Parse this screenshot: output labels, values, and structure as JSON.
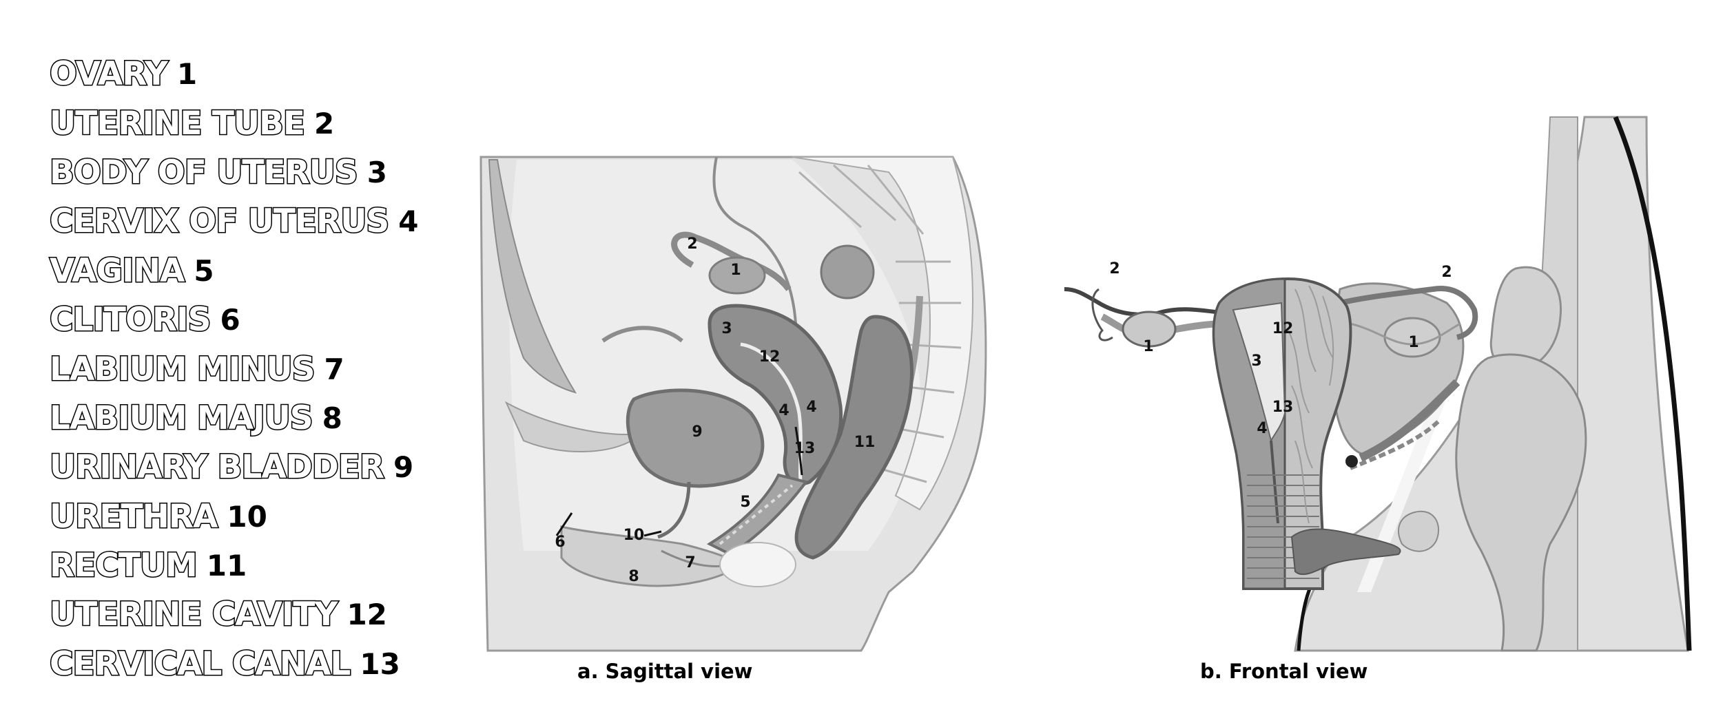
{
  "legend": [
    {
      "name": "OVARY",
      "num": "1"
    },
    {
      "name": "UTERINE TUBE",
      "num": "2"
    },
    {
      "name": "BODY OF UTERUS",
      "num": "3"
    },
    {
      "name": "CERVIX OF UTERUS",
      "num": "4"
    },
    {
      "name": "VAGINA",
      "num": "5"
    },
    {
      "name": "CLITORIS",
      "num": "6"
    },
    {
      "name": "LABIUM MINUS",
      "num": "7"
    },
    {
      "name": "LABIUM MAJUS",
      "num": "8"
    },
    {
      "name": "URINARY BLADDER",
      "num": "9"
    },
    {
      "name": "URETHRA",
      "num": "10"
    },
    {
      "name": "RECTUM",
      "num": "11"
    },
    {
      "name": "UTERINE CAVITY",
      "num": "12"
    },
    {
      "name": "CERVICAL CANAL",
      "num": "13"
    }
  ],
  "captions": {
    "sagittal": "a. Sagittal view",
    "frontal": "b. Frontal view"
  },
  "labels": {
    "s_ovary": "1",
    "s_tube": "2",
    "s_body": "3",
    "s_cervix_a": "4",
    "s_cervix_b": "4",
    "s_vagina": "5",
    "s_clitoris": "6",
    "s_minus": "7",
    "s_majus": "8",
    "s_bladder": "9",
    "s_urethra": "10",
    "s_rectum": "11",
    "s_cavity": "12",
    "s_canal": "13",
    "f_tube_l": "2",
    "f_tube_r": "2",
    "f_ovary_l": "1",
    "f_ovary_r": "1",
    "f_cavity": "12",
    "f_body": "3",
    "f_canal": "13",
    "f_cervix": "4"
  }
}
